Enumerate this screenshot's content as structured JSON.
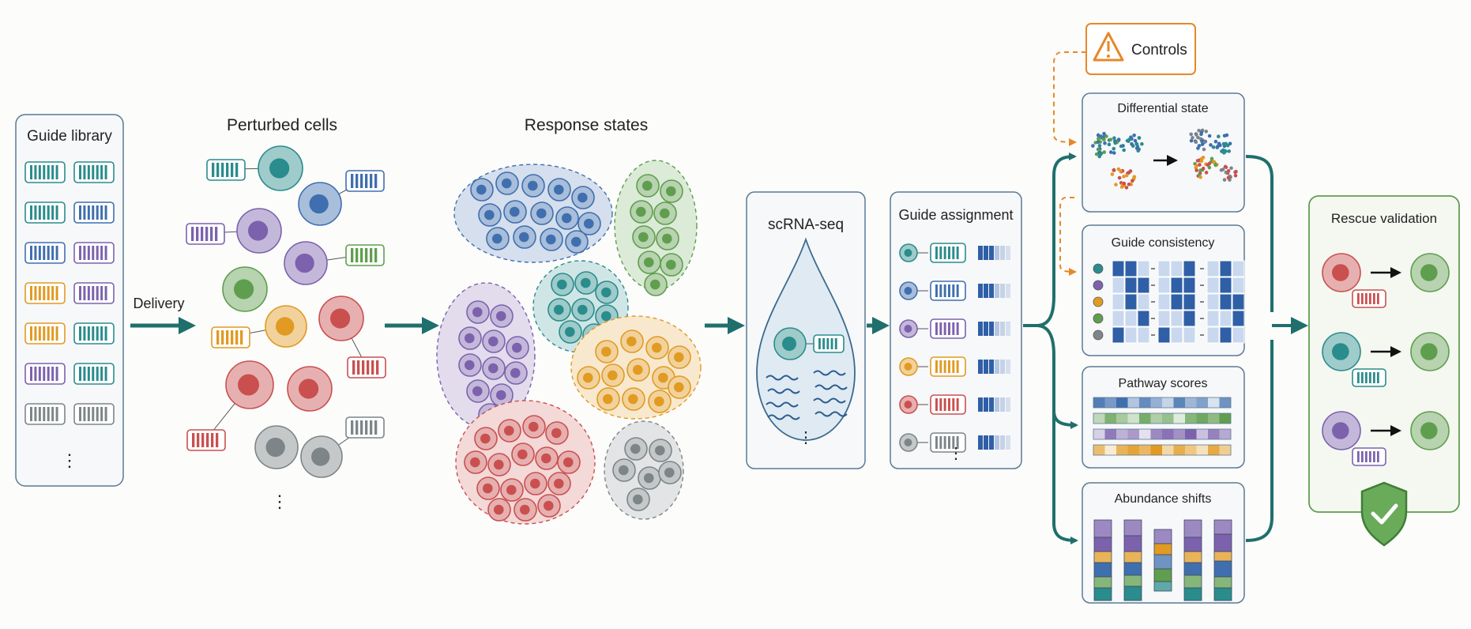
{
  "labels": {
    "guide_library": "Guide library",
    "delivery": "Delivery",
    "perturbed_cells": "Perturbed cells",
    "response_states": "Response states",
    "scrna_seq": "scRNA-seq",
    "guide_assignment": "Guide assignment",
    "controls": "Controls",
    "differential_state": "Differential state",
    "guide_consistency": "Guide consistency",
    "pathway_scores": "Pathway scores",
    "abundance_shifts": "Abundance shifts",
    "rescue_validation": "Rescue validation",
    "ellipsis": "⋮"
  },
  "colors": {
    "teal": "#2a8c8c",
    "blue": "#3f6fae",
    "purple": "#7c62ad",
    "green": "#5f9e4e",
    "orange": "#e19a22",
    "red": "#c9504f",
    "gray": "#7d8588",
    "arrow": "#1f6f6c",
    "controls": "#e6882a",
    "heat_dark": "#2f5fa6",
    "heat_light": "#c9d8ee"
  },
  "guide_library": {
    "rows": [
      [
        "teal",
        "teal"
      ],
      [
        "teal",
        "blue"
      ],
      [
        "blue",
        "purple"
      ],
      [
        "orange",
        "purple"
      ],
      [
        "orange",
        "teal"
      ],
      [
        "purple",
        "teal"
      ],
      [
        "gray",
        "gray"
      ]
    ]
  },
  "guide_assignment": {
    "rows": [
      "teal",
      "blue",
      "purple",
      "orange",
      "red",
      "gray"
    ]
  },
  "guide_consistency": {
    "row_dots": [
      "teal",
      "purple",
      "orange",
      "green",
      "gray"
    ],
    "grid": [
      [
        1,
        1,
        0,
        0,
        0,
        1,
        0,
        1,
        0
      ],
      [
        0,
        1,
        1,
        0,
        1,
        1,
        0,
        1,
        0
      ],
      [
        0,
        1,
        0,
        0,
        1,
        1,
        0,
        1,
        1
      ],
      [
        0,
        0,
        1,
        0,
        0,
        1,
        0,
        0,
        1
      ],
      [
        1,
        0,
        0,
        1,
        0,
        0,
        0,
        1,
        0
      ]
    ]
  },
  "pathway_scores": {
    "rows": [
      "blue",
      "green",
      "purple",
      "orange"
    ]
  },
  "abundance_shifts": {
    "bars": [
      {
        "segments": [
          "purple",
          "purple",
          "orange",
          "blue",
          "green",
          "teal"
        ]
      },
      {
        "segments": [
          "purple",
          "purple",
          "orange",
          "blue",
          "green",
          "teal"
        ]
      },
      {
        "segments": [
          "purple",
          "orange",
          "blue",
          "green",
          "teal"
        ]
      },
      {
        "segments": [
          "purple",
          "purple",
          "orange",
          "blue",
          "green",
          "teal"
        ]
      },
      {
        "segments": [
          "purple",
          "purple",
          "orange",
          "blue",
          "green",
          "teal"
        ]
      }
    ]
  },
  "rescue_validation": {
    "rows": [
      {
        "from": "red",
        "to": "green"
      },
      {
        "from": "teal",
        "to": "green"
      },
      {
        "from": "purple",
        "to": "green"
      }
    ]
  }
}
